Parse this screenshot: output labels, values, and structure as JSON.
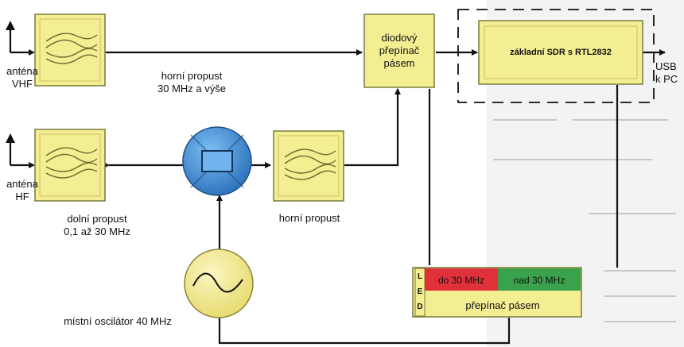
{
  "labels": {
    "antenna_vhf": [
      "anténa",
      "VHF"
    ],
    "antenna_hf": [
      "anténa",
      "HF"
    ],
    "highpass_30": [
      "horní propust",
      "30 MHz a výše"
    ],
    "lowpass": [
      "dolní propust",
      "0,1 až 30 MHz"
    ],
    "highpass": "horní propust",
    "oscillator": "místní oscilátor 40 MHz",
    "diode_switch": [
      "diodový",
      "přepínač",
      "pásem"
    ],
    "sdr": "základní SDR s RTL2832",
    "usb": [
      "USB",
      "k PC"
    ],
    "band_switch": "přepínač pásem",
    "led_letters": [
      "L",
      "E",
      "D"
    ],
    "band_low": "do 30 MHz",
    "band_high": "nad 30 MHz"
  },
  "colors": {
    "block_fill": "#f4ee92",
    "block_stroke": "#7a7a3c",
    "mixer_fill": "#3b8ad8",
    "oscillator_fill": "#f4ee92",
    "led_red": "#e0303a",
    "led_green": "#3aa14c",
    "wire": "#111111"
  },
  "icons": [
    "antenna-icon",
    "filter-curves-icon",
    "mixer-icon",
    "sine-wave-icon",
    "arrow-icon"
  ]
}
